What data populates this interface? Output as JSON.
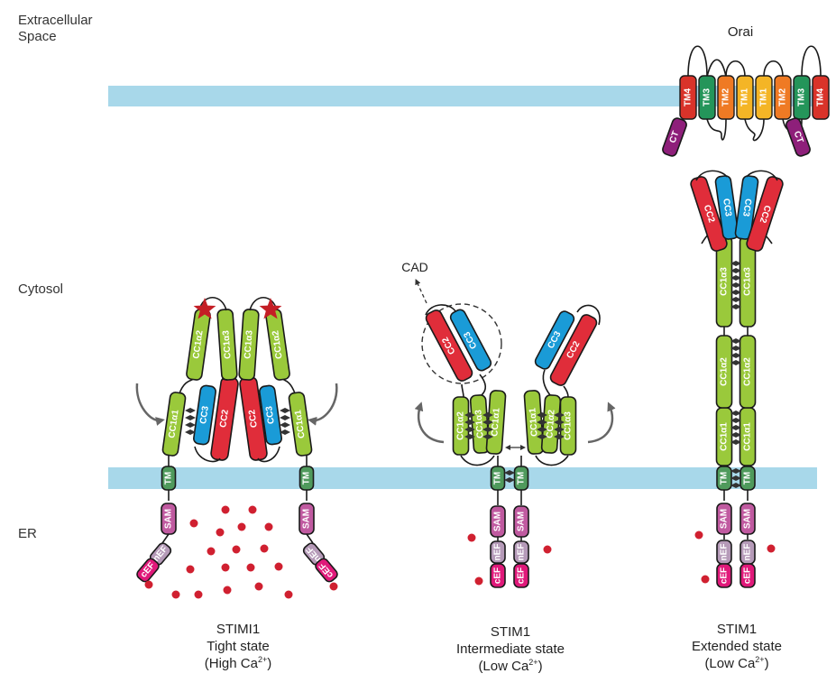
{
  "regions": {
    "extracellular_line1": "Extracellular",
    "extracellular_line2": "Space",
    "cytosol": "Cytosol",
    "er": "ER"
  },
  "orai": {
    "title": "Orai",
    "tm_labels": [
      "TM4",
      "TM3",
      "TM2",
      "TM1",
      "TM1",
      "TM2",
      "TM3",
      "TM4"
    ],
    "ct_label": "CT"
  },
  "cad_label": "CAD",
  "segment_labels": {
    "cc1a1": "CC1α1",
    "cc1a2": "CC1α2",
    "cc1a3": "CC1α3",
    "cc2": "CC2",
    "cc3": "CC3",
    "tm": "TM",
    "sam": "SAM",
    "nef": "nEF",
    "cef": "cEF"
  },
  "captions": {
    "tight": {
      "name": "STIMI1",
      "state": "Tight state",
      "ca_prefix": "(High Ca",
      "ca_sup": "2+",
      "ca_suffix": ")"
    },
    "intermediate": {
      "name": "STIM1",
      "state": "Intermediate state",
      "ca_prefix": "(Low Ca",
      "ca_sup": "2+",
      "ca_suffix": ")"
    },
    "extended": {
      "name": "STIM1",
      "state": "Extended state",
      "ca_prefix": "(Low Ca",
      "ca_sup": "2+",
      "ca_suffix": ")"
    }
  },
  "colors": {
    "membrane": "#a8d8ea",
    "cc1": "#9ac93b",
    "cc2": "#e02d3a",
    "cc3": "#1a9bd7",
    "tm_stim": "#4f9a5c",
    "sam": "#c05aa0",
    "nef": "#b59ab8",
    "cef": "#e0197a",
    "calcium": "#d02030",
    "star": "#c41e25",
    "orai_tm4": "#d9332a",
    "orai_tm3": "#24955a",
    "orai_tm2": "#ef7a24",
    "orai_tm1": "#f4b526",
    "orai_ct": "#8e1f7a"
  }
}
